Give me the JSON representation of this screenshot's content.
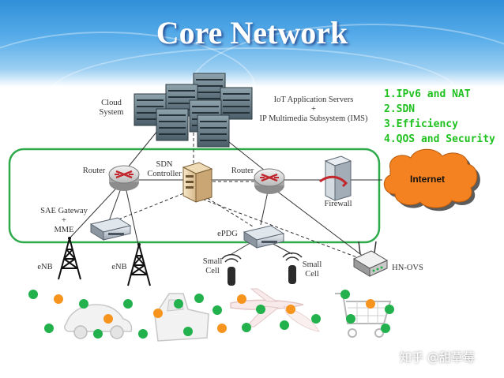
{
  "title": "Core Network",
  "labels": {
    "cloud": "Cloud\nSystem",
    "iot_servers": "IoT Application Servers\n+\nIP Multimedia Subsystem (IMS)",
    "router_left": "Router",
    "sdn_controller": "SDN\nController",
    "router_right": "Router",
    "firewall": "Firewall",
    "internet": "Internet",
    "sae_gateway": "SAE Gateway\n+\nMME",
    "epdg": "ePDG",
    "enb_left": "eNB",
    "enb_right": "eNB",
    "small_cell_left": "Small\nCell",
    "small_cell_right": "Small\nCell",
    "hn_ovs": "HN-OVS"
  },
  "features": [
    "1.IPv6 and NAT",
    "2.SDN",
    "3.Efficiency",
    "4.QOS and Security"
  ],
  "watermark": "知乎 @甜草莓",
  "colors": {
    "core_border": "#2eaa4a",
    "features_text": "#1ec11e",
    "device_green": "#22b14c",
    "device_orange": "#f7941d",
    "internet_cloud": "#f58220",
    "router_red": "#c1272d"
  },
  "icons": {
    "server_rack": "server-rack-icon",
    "router": "router-icon",
    "controller": "sdn-controller-icon",
    "firewall": "firewall-icon",
    "gateway": "gateway-icon",
    "tower": "cell-tower-icon",
    "small_cell": "small-cell-icon",
    "switch": "hn-ovs-switch-icon",
    "car": "car-icon",
    "machine": "machine-icon",
    "airplane": "airplane-icon",
    "cart": "shopping-cart-icon"
  }
}
